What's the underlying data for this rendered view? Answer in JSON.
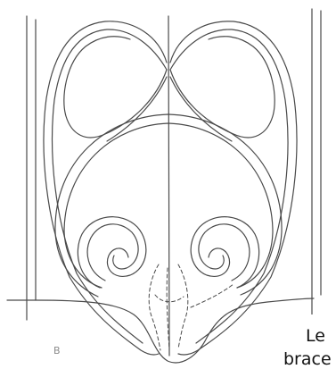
{
  "figure": {
    "label": "B",
    "line_color": "#4a4a4a",
    "background": "#ffffff"
  },
  "caption": {
    "line1": "Le",
    "line2": "brace"
  }
}
